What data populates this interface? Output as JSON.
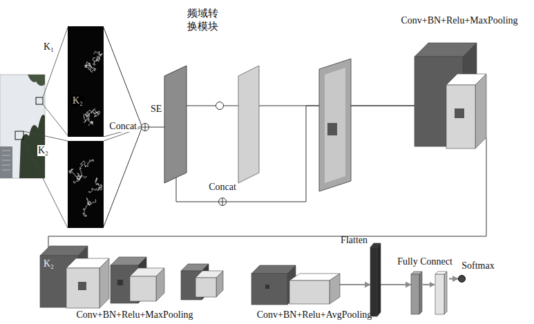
{
  "diagram": {
    "nodes": [
      {
        "text": [
          "K₁"
        ]
      },
      {
        "text": [
          "K₂"
        ]
      },
      {
        "text": [
          "Concat"
        ]
      },
      {
        "text": [
          "SE"
        ]
      },
      {
        "text": [
          "频域转 换模块"
        ]
      },
      {
        "text": [
          "Concat"
        ]
      },
      {
        "text": [
          "Conv+BN+Relu+MaxPooling"
        ]
      },
      {
        "text": [
          "K₂"
        ]
      },
      {
        "text": [
          "Conv+BN+Relu+AvgPooling"
        ]
      },
      {
        "text": [
          "Flatten"
        ]
      },
      {
        "text": [
          "Fully Connect"
        ]
      },
      {
        "text": [
          "Softmax"
        ]
      }
    ],
    "edges": [
      {
        "from": 0,
        "to": 2,
        "arrow": "none"
      },
      {
        "from": 1,
        "to": 2,
        "arrow": "none"
      },
      {
        "from": 2,
        "to": 3,
        "arrow": "none"
      },
      {
        "from": 3,
        "to": 4,
        "arrow": "none"
      },
      {
        "from": 3,
        "to": 5,
        "arrow": "none"
      },
      {
        "from": 4,
        "to": 6,
        "arrow": "none"
      },
      {
        "from": 5,
        "to": 6,
        "arrow": "none"
      },
      {
        "from": 6,
        "to": 7,
        "arrow": "none"
      },
      {
        "from": 8,
        "to": 9,
        "arrow": "to"
      },
      {
        "from": 9,
        "to": 10,
        "arrow": "to"
      },
      {
        "from": 10,
        "to": 11,
        "arrow": "to"
      }
    ],
    "labels": [
      "K₂",
      "Conv+BN+Relu+MaxPooling"
    ]
  }
}
